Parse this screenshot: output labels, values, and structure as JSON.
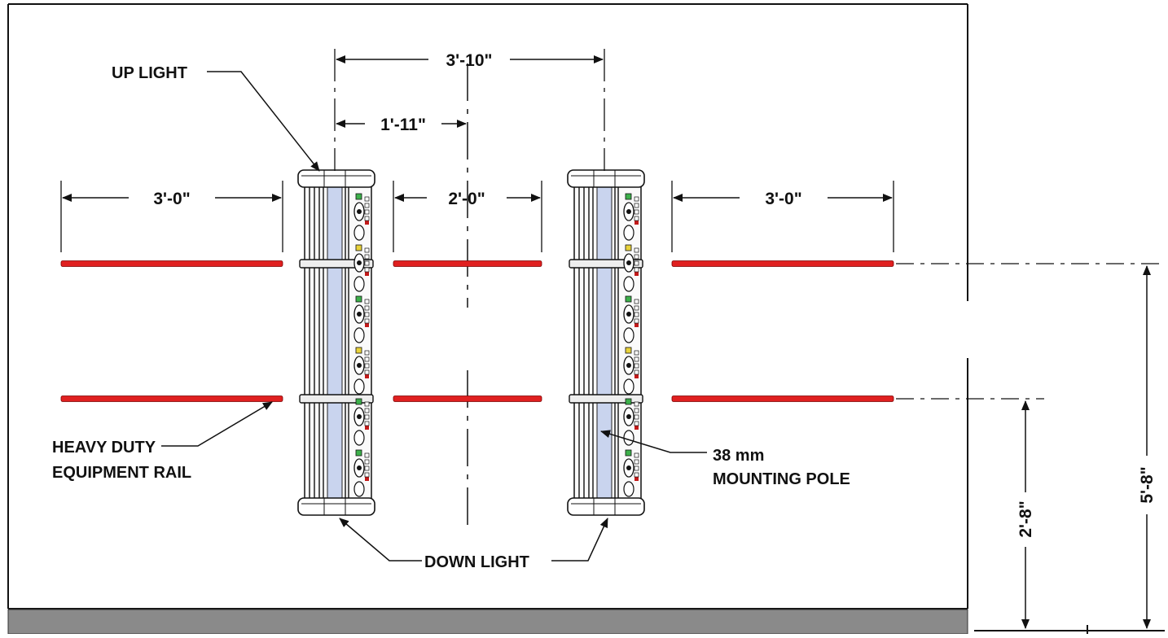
{
  "labels": {
    "up_light": "UP LIGHT",
    "down_light": "DOWN LIGHT",
    "rail_line1": "HEAVY DUTY",
    "rail_line2": "EQUIPMENT RAIL",
    "pole_line1": "38 mm",
    "pole_line2": "MOUNTING POLE"
  },
  "dimensions": {
    "pole_spacing": "3'-10\"",
    "pole_to_center": "1'-11\"",
    "left_rail": "3'-0\"",
    "center_rail": "2'-0\"",
    "right_rail": "3'-0\"",
    "lower_rail_height": "2'-8\"",
    "upper_rail_height": "5'-8\""
  },
  "colors": {
    "rail": "#e02020",
    "rail_outline": "#7a0000",
    "line": "#111111",
    "floor": "#8a8a8a",
    "pole_glass": "#c9d4ee"
  },
  "icons": {
    "arrow": "arrowhead-icon",
    "led": "led-indicator-icon"
  }
}
